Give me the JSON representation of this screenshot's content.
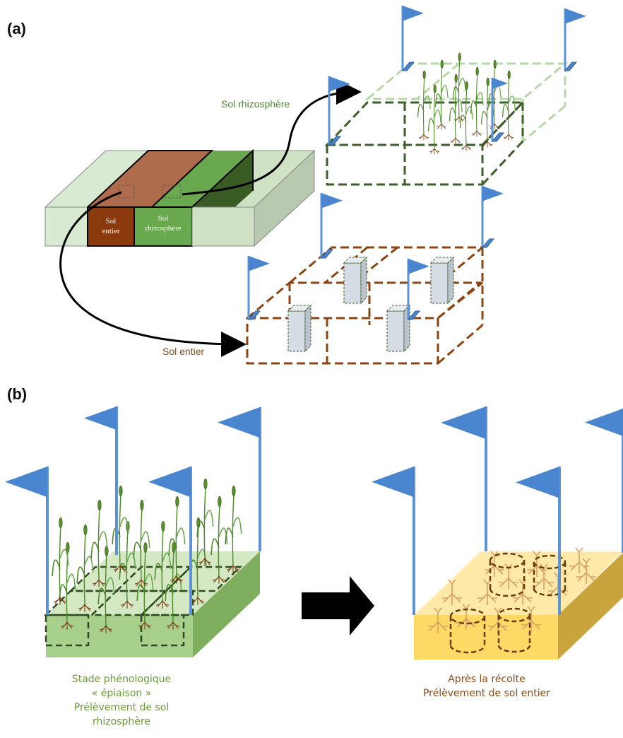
{
  "panels": {
    "a": {
      "label": "(a)",
      "slab_labels": {
        "whole_line1": "Sol",
        "whole_line2": "entier",
        "rhizo_line1": "Sol",
        "rhizo_line2": "rhizosphère"
      },
      "rhizosphere_label": "Sol rhizosphère",
      "whole_soil_label": "Sol entier"
    },
    "b": {
      "label": "(b)",
      "left_caption": [
        "Stade phénologique",
        "« épiaison »",
        "Prélèvement de sol",
        "rhizosphère"
      ],
      "right_caption": [
        "Après la récolte",
        "Prélèvement de sol entier"
      ]
    }
  },
  "colors": {
    "flag": "#4a86cf",
    "pole": "#5b93d6",
    "dark_green": "#3c5e28",
    "light_green": "#b5dca0",
    "brown": "#8b4513",
    "soil_green": "#a8d08d",
    "soil_yellow": "#ffd966",
    "core": "#d6dce4",
    "wheat": "#4f8a2a",
    "root_dark": "#7a3a10",
    "root_light": "#d9a066",
    "arrow": "#000000"
  }
}
